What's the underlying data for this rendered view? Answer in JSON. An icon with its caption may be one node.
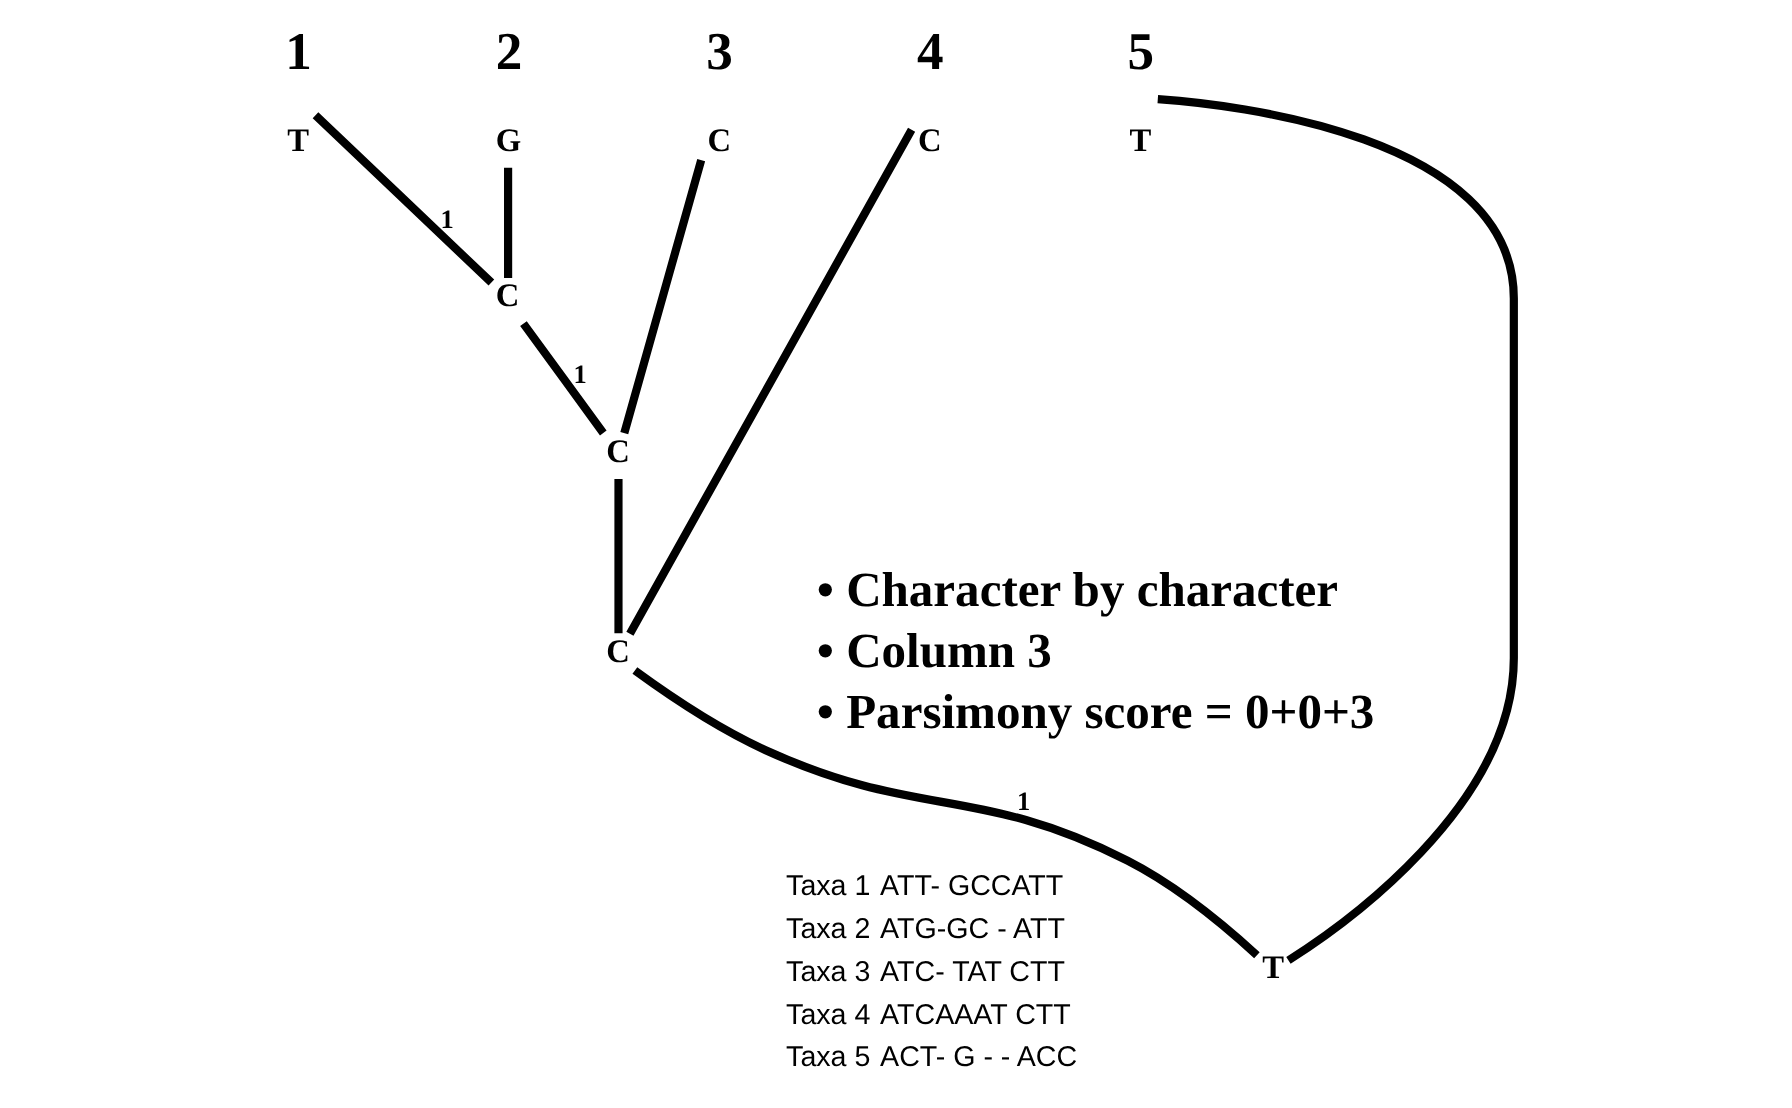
{
  "diagram": {
    "nodes": [
      {
        "text": [
          "T"
        ],
        "beside": [
          "1"
        ]
      },
      {
        "text": [
          "G"
        ],
        "beside": [
          "2"
        ]
      },
      {
        "text": [
          "C"
        ],
        "beside": [
          "3"
        ]
      },
      {
        "text": [
          "C"
        ],
        "beside": [
          "4"
        ]
      },
      {
        "text": [
          "T"
        ],
        "beside": [
          "5"
        ]
      },
      {
        "text": [
          "C"
        ]
      },
      {
        "text": [
          "C"
        ]
      },
      {
        "text": [
          "C"
        ]
      },
      {
        "text": [
          "T"
        ]
      }
    ],
    "edges": [
      {
        "from": 0,
        "to": 5,
        "arrow": "none",
        "label": "1"
      },
      {
        "from": 1,
        "to": 5,
        "arrow": "none"
      },
      {
        "from": 5,
        "to": 6,
        "arrow": "none",
        "label": "1"
      },
      {
        "from": 2,
        "to": 6,
        "arrow": "none"
      },
      {
        "from": 6,
        "to": 7,
        "arrow": "none"
      },
      {
        "from": 3,
        "to": 7,
        "arrow": "none"
      },
      {
        "from": 7,
        "to": 8,
        "arrow": "none",
        "label": "1"
      },
      {
        "from": 4,
        "to": 8,
        "arrow": "none"
      }
    ],
    "labels": [
      "Taxa 1",
      "ATT- GCCATT",
      "Taxa 2",
      "ATG-GC - ATT",
      "Taxa 3",
      "ATC- TAT CTT",
      "Taxa 4",
      "ATCAAAT CTT",
      "Taxa 5",
      "ACT- G - - ACC",
      "• Character by character",
      "• Column 3",
      "• Parsimony score = 0+0+3"
    ]
  }
}
